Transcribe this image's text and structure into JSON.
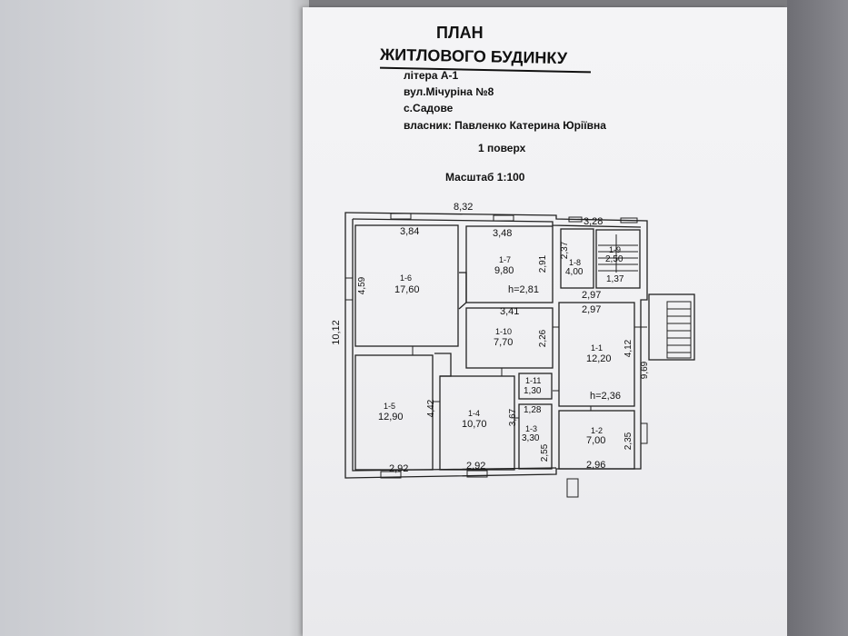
{
  "document": {
    "title_line1": "ПЛАН",
    "title_line2": "ЖИТЛОВОГО БУДИНКУ",
    "litera": "літера А-1",
    "street": "вул.Мічуріна №8",
    "village": "с.Садове",
    "owner": "власник: Павленко Катерина Юріївна",
    "floor": "1 поверх",
    "scale": "Масштаб 1:100"
  },
  "plan": {
    "overall_width": "8,32",
    "overall_height": "10,12",
    "right_height": "9,69",
    "top_right_width": "3,28",
    "rooms": [
      {
        "id": "1-6",
        "area": "17,60",
        "width": "3,84",
        "height": "4,59"
      },
      {
        "id": "1-7",
        "area": "9,80",
        "width": "3,48",
        "height": "2,91",
        "ceiling": "h=2,81"
      },
      {
        "id": "1-8",
        "area": "4,00",
        "height": "2,37"
      },
      {
        "id": "1-9",
        "area": "2,50",
        "width": "1,37"
      },
      {
        "id": "1-10",
        "area": "7,70",
        "width": "3,41",
        "height": "2,26"
      },
      {
        "id": "1-1",
        "area": "12,20",
        "width": "2,97",
        "width2": "2,97",
        "height": "4,12",
        "ceiling": "h=2,36"
      },
      {
        "id": "1-5",
        "area": "12,90",
        "width": "2,92",
        "height": "4,42"
      },
      {
        "id": "1-4",
        "area": "10,70",
        "width": "2,92",
        "height": "3,67"
      },
      {
        "id": "1-11",
        "area": "1,30"
      },
      {
        "id": "1-3",
        "area": "3,30",
        "width": "1,28",
        "height": "2,55"
      },
      {
        "id": "1-2",
        "area": "7,00",
        "width": "2,96",
        "height": "2,35"
      }
    ]
  }
}
